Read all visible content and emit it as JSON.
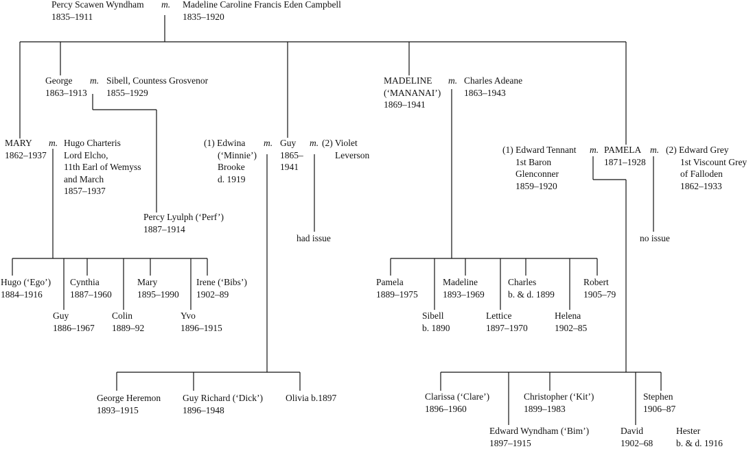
{
  "marriage_marker": "m.",
  "root": {
    "husband": {
      "name": "Percy Scawen Wyndham",
      "dates": "1835–1911"
    },
    "wife": {
      "name": "Madeline Caroline Francis Eden Campbell",
      "dates": "1835–1920"
    }
  },
  "george": {
    "name": "George",
    "dates": "1863–1913",
    "spouse": {
      "name": "Sibell, Countess Grosvenor",
      "dates": "1855–1929"
    },
    "child": {
      "name": "Percy Lyulph (‘Perf’)",
      "dates": "1887–1914"
    }
  },
  "mary": {
    "name": "MARY",
    "dates": "1862–1937",
    "spouse": {
      "lines": [
        "Hugo Charteris",
        "Lord Elcho,",
        "11th Earl of Wemyss",
        "and March",
        "1857–1937"
      ]
    },
    "children": [
      {
        "name": "Hugo (‘Ego’)",
        "dates": "1884–1916"
      },
      {
        "name": "Guy",
        "dates": "1886–1967"
      },
      {
        "name": "Cynthia",
        "dates": "1887–1960"
      },
      {
        "name": "Colin",
        "dates": "1889–92"
      },
      {
        "name": "Mary",
        "dates": "1895–1990"
      },
      {
        "name": "Yvo",
        "dates": "1896–1915"
      },
      {
        "name": "Irene (‘Bibs’)",
        "dates": "1902–89"
      }
    ]
  },
  "guy": {
    "name": "Guy",
    "dates_lines": [
      "1865–",
      "1941"
    ],
    "spouse1": {
      "lines": [
        "(1) Edwina",
        "(‘Minnie’)",
        "Brooke",
        "d. 1919"
      ]
    },
    "spouse2": {
      "lines": [
        "(2) Violet",
        "Leverson"
      ]
    },
    "spouse2_note": "had issue",
    "children": [
      {
        "name": "George Heremon",
        "dates": "1893–1915"
      },
      {
        "name": "Guy Richard (‘Dick’)",
        "dates": "1896–1948"
      },
      {
        "name": "Olivia b.1897",
        "dates": ""
      }
    ]
  },
  "madeline": {
    "lines": [
      "MADELINE",
      "(‘MANANAI’)",
      "1869–1941"
    ],
    "spouse": {
      "name": "Charles Adeane",
      "dates": "1863–1943"
    },
    "children": [
      {
        "name": "Pamela",
        "dates": "1889–1975"
      },
      {
        "name": "Sibell",
        "dates": "b. 1890"
      },
      {
        "name": "Madeline",
        "dates": "1893–1969"
      },
      {
        "name": "Lettice",
        "dates": "1897–1970"
      },
      {
        "name": "Charles",
        "dates": "b. & d. 1899"
      },
      {
        "name": "Helena",
        "dates": "1902–85"
      },
      {
        "name": "Robert",
        "dates": "1905–79"
      }
    ]
  },
  "pamela": {
    "name": "PAMELA",
    "dates": "1871–1928",
    "spouse1": {
      "lines": [
        "(1) Edward Tennant",
        "1st Baron",
        "Glenconner",
        "1859–1920"
      ]
    },
    "spouse2": {
      "lines": [
        "(2) Edward Grey",
        "1st Viscount Grey",
        "of Falloden",
        "1862–1933"
      ]
    },
    "spouse2_note": "no issue",
    "children": [
      {
        "name": "Clarissa (‘Clare’)",
        "dates": "1896–1960"
      },
      {
        "name": "Edward Wyndham (‘Bim’)",
        "dates": "1897–1915"
      },
      {
        "name": "Christopher (‘Kit’)",
        "dates": "1899–1983"
      },
      {
        "name": "David",
        "dates": "1902–68"
      },
      {
        "name": "Stephen",
        "dates": "1906–87"
      },
      {
        "name": "Hester",
        "dates": "b. & d. 1916"
      }
    ]
  }
}
